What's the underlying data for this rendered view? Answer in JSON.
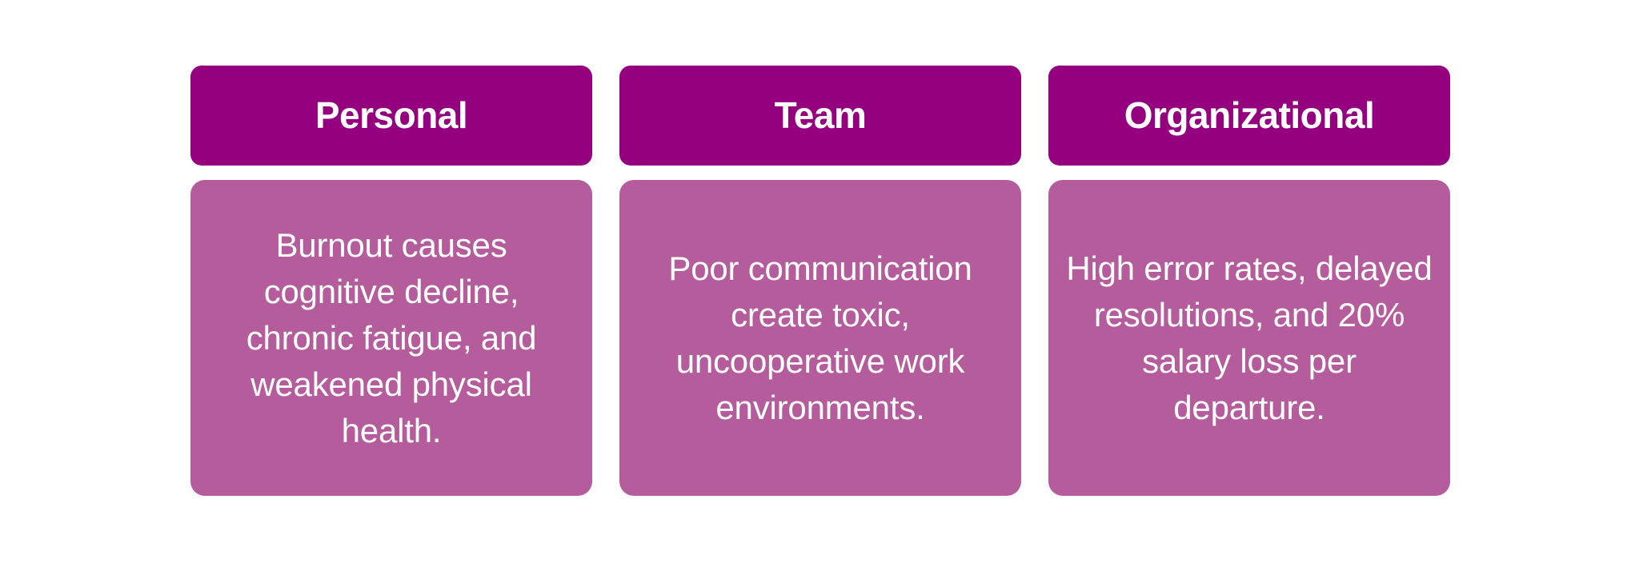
{
  "page": {
    "background_color": "#ffffff",
    "layout": "three-column-comparison"
  },
  "theme": {
    "header_color": "#94007e",
    "body_color": "#b55c9c",
    "text_color": "#ffffff"
  },
  "columns": [
    {
      "header": "Personal",
      "body": "Burnout causes cognitive decline, chronic fatigue, and weakened physical health."
    },
    {
      "header": "Team",
      "body": "Poor communication create toxic, uncooperative work environments."
    },
    {
      "header": "Organizational",
      "body": "High error rates, delayed resolutions, and 20% salary loss per departure."
    }
  ]
}
